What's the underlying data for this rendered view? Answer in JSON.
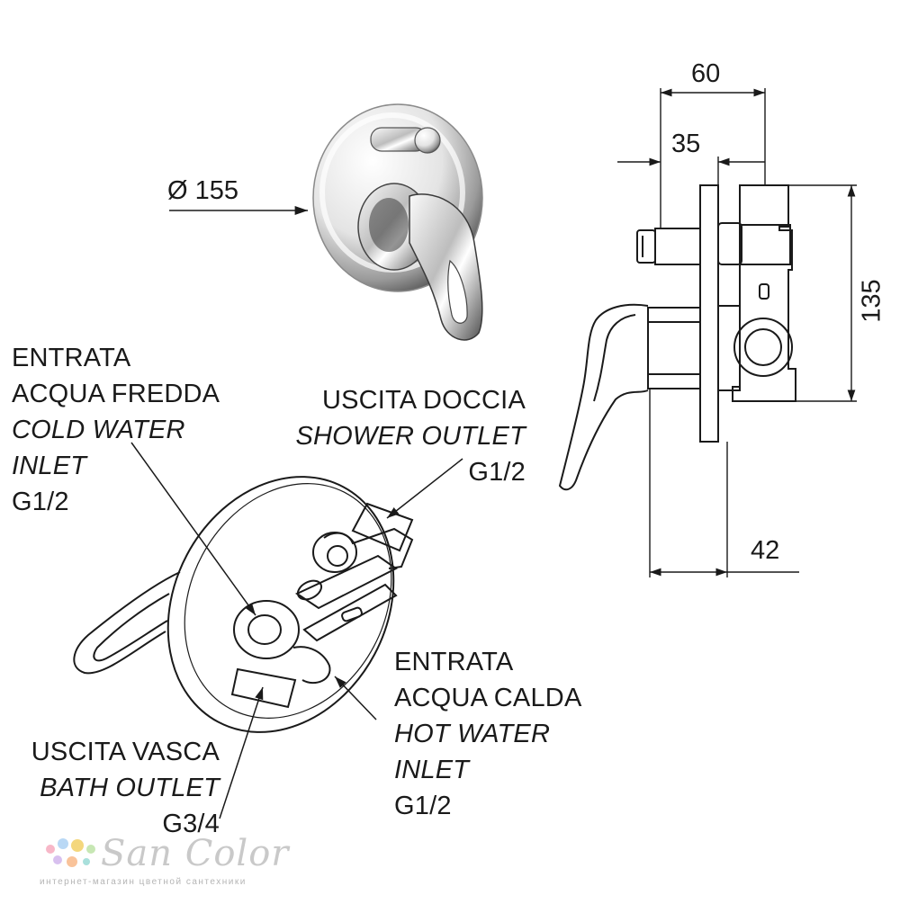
{
  "dimensions": {
    "diameter": "Ø 155",
    "depth_total": "60",
    "depth_body": "35",
    "height": "135",
    "lever_depth": "42"
  },
  "labels": {
    "cold_inlet": {
      "it": "ENTRATA",
      "it2": "ACQUA FREDDA",
      "en": "COLD WATER",
      "en2": "INLET",
      "thread": "G1/2"
    },
    "shower_outlet": {
      "it": "USCITA DOCCIA",
      "en": "SHOWER OUTLET",
      "thread": "G1/2"
    },
    "hot_inlet": {
      "it": "ENTRATA",
      "it2": "ACQUA CALDA",
      "en": "HOT WATER",
      "en2": "INLET",
      "thread": "G1/2"
    },
    "bath_outlet": {
      "it": "USCITA VASCA",
      "en": "BATH OUTLET",
      "thread": "G3/4"
    }
  },
  "watermark": {
    "name": "San Color",
    "tagline": "интернет-магазин цветной сантехники"
  },
  "colors": {
    "line": "#1a1a1a",
    "chrome_dark": "#6b6b6b",
    "chrome_light": "#f2f2f2",
    "watermark": "#c9c9c9"
  }
}
